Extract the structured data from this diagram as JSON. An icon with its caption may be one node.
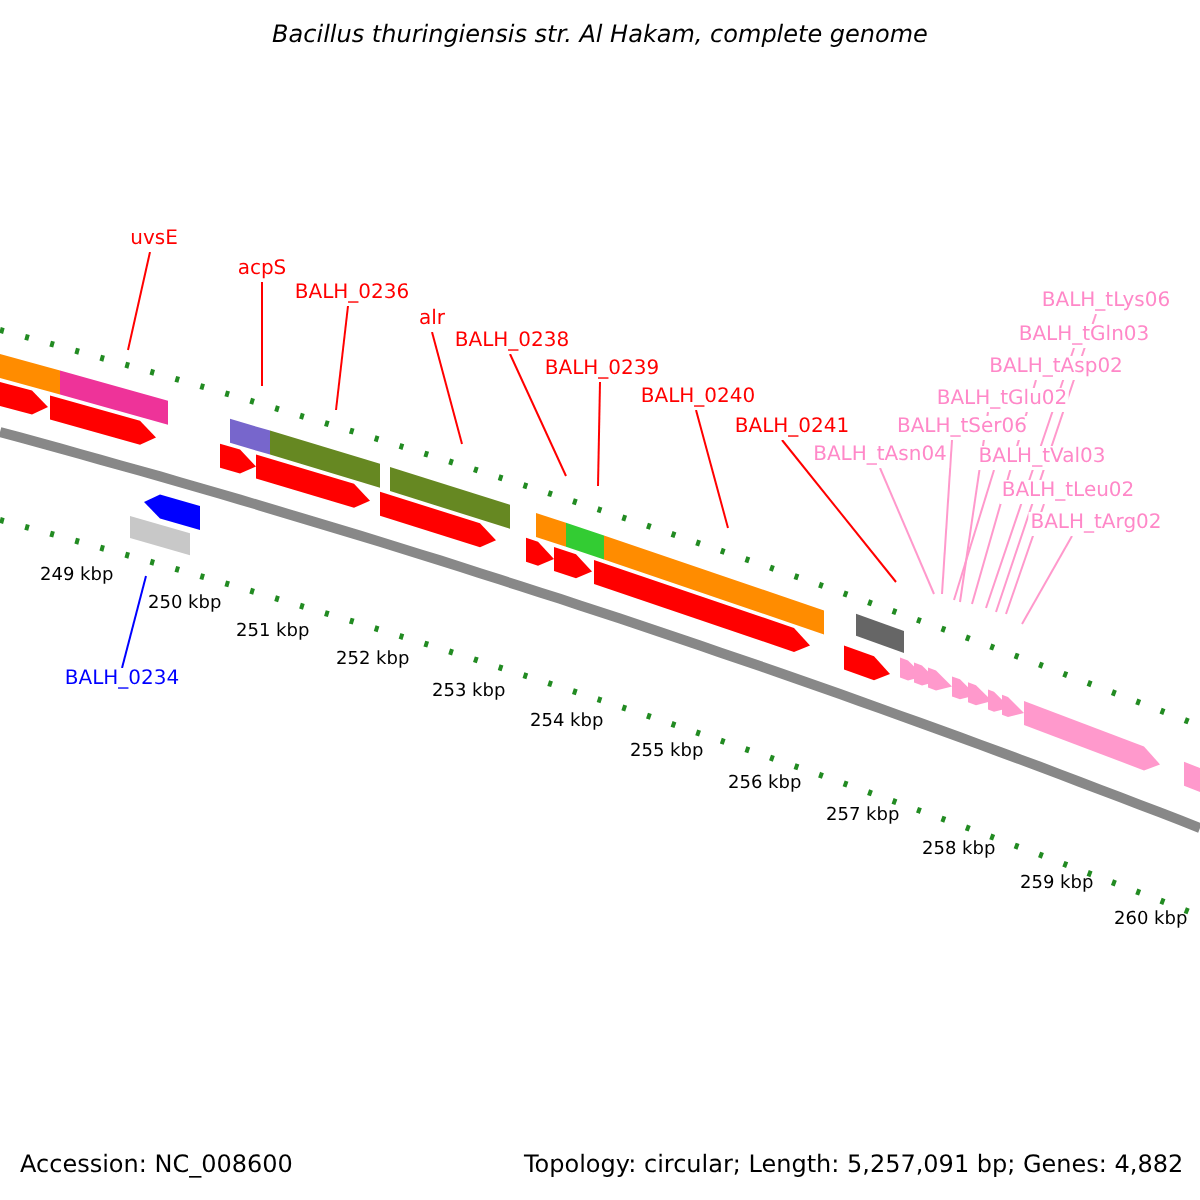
{
  "diagram": {
    "title": "Bacillus thuringiensis str. Al Hakam, complete genome",
    "nodes": [
      {
        "text": [
          "uvsE"
        ]
      },
      {
        "text": [
          "acpS"
        ]
      },
      {
        "text": [
          "BALH_0236"
        ]
      },
      {
        "text": [
          "alr"
        ]
      },
      {
        "text": [
          "BALH_0238"
        ]
      },
      {
        "text": [
          "BALH_0239"
        ]
      },
      {
        "text": [
          "BALH_0240"
        ]
      },
      {
        "text": [
          "BALH_0241"
        ]
      },
      {
        "text": [
          "BALH_tAsn04"
        ]
      },
      {
        "text": [
          "BALH_tSer06"
        ]
      },
      {
        "text": [
          "BALH_tVal03"
        ]
      },
      {
        "text": [
          "BALH_tGlu02"
        ]
      },
      {
        "text": [
          "BALH_tAsp02"
        ]
      },
      {
        "text": [
          "BALH_tGln03"
        ]
      },
      {
        "text": [
          "BALH_tLys06"
        ]
      },
      {
        "text": [
          "BALH_tLeu02"
        ]
      },
      {
        "text": [
          "BALH_tArg02"
        ]
      },
      {
        "text": [
          "BALH_0234"
        ]
      }
    ],
    "edges": [
      {
        "from": 0,
        "to": null,
        "arrow": "none",
        "color": "#ff0000"
      },
      {
        "from": 1,
        "to": null,
        "arrow": "none",
        "color": "#ff0000"
      },
      {
        "from": 2,
        "to": null,
        "arrow": "none",
        "color": "#ff0000"
      },
      {
        "from": 3,
        "to": null,
        "arrow": "none",
        "color": "#ff0000"
      },
      {
        "from": 4,
        "to": null,
        "arrow": "none",
        "color": "#ff0000"
      },
      {
        "from": 5,
        "to": null,
        "arrow": "none",
        "color": "#ff0000"
      },
      {
        "from": 6,
        "to": null,
        "arrow": "none",
        "color": "#ff0000"
      },
      {
        "from": 7,
        "to": null,
        "arrow": "none",
        "color": "#ff0000"
      },
      {
        "from": 8,
        "to": null,
        "arrow": "none",
        "color": "#ff99cc"
      },
      {
        "from": 9,
        "to": null,
        "arrow": "none",
        "color": "#ff99cc"
      },
      {
        "from": 10,
        "to": null,
        "arrow": "none",
        "color": "#ff99cc"
      },
      {
        "from": 11,
        "to": null,
        "arrow": "none",
        "color": "#ff99cc"
      },
      {
        "from": 12,
        "to": null,
        "arrow": "none",
        "color": "#ff99cc"
      },
      {
        "from": 13,
        "to": null,
        "arrow": "none",
        "color": "#ff99cc"
      },
      {
        "from": 14,
        "to": null,
        "arrow": "none",
        "color": "#ff99cc"
      },
      {
        "from": 15,
        "to": null,
        "arrow": "none",
        "color": "#ff99cc"
      },
      {
        "from": 16,
        "to": null,
        "arrow": "none",
        "color": "#ff99cc"
      },
      {
        "from": 17,
        "to": null,
        "arrow": "none",
        "color": "#0000ff"
      }
    ],
    "labels": [
      "249 kbp",
      "250 kbp",
      "251 kbp",
      "252 kbp",
      "253 kbp",
      "254 kbp",
      "255 kbp",
      "256 kbp",
      "257 kbp",
      "258 kbp",
      "259 kbp",
      "260 kbp",
      "Accession: NC_008600",
      "Topology: circular; Length: 5,257,091 bp; Genes: 4,882"
    ]
  }
}
